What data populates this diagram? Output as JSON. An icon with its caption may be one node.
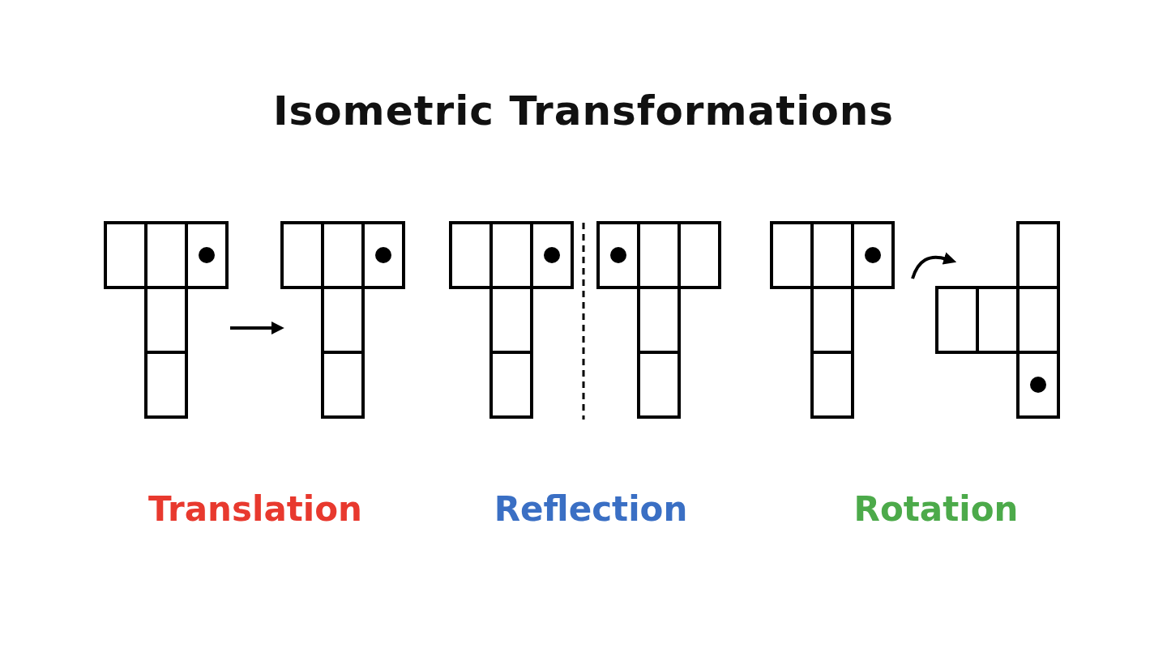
{
  "diagram": {
    "title": "Isometric Transformations",
    "nodes": [
      {
        "text": [],
        "shape": "picture"
      },
      {
        "text": [],
        "shape": "picture"
      },
      {
        "text": [],
        "shape": "picture"
      },
      {
        "text": [],
        "shape": "picture"
      },
      {
        "text": [],
        "shape": "picture"
      },
      {
        "text": [],
        "shape": "picture"
      }
    ],
    "edges": [
      {
        "from": 0,
        "to": 1,
        "arrow": "to"
      },
      {
        "from": 4,
        "to": 5,
        "arrow": "to"
      }
    ],
    "labels": [
      "Translation",
      "Reflection",
      "Rotation"
    ]
  }
}
